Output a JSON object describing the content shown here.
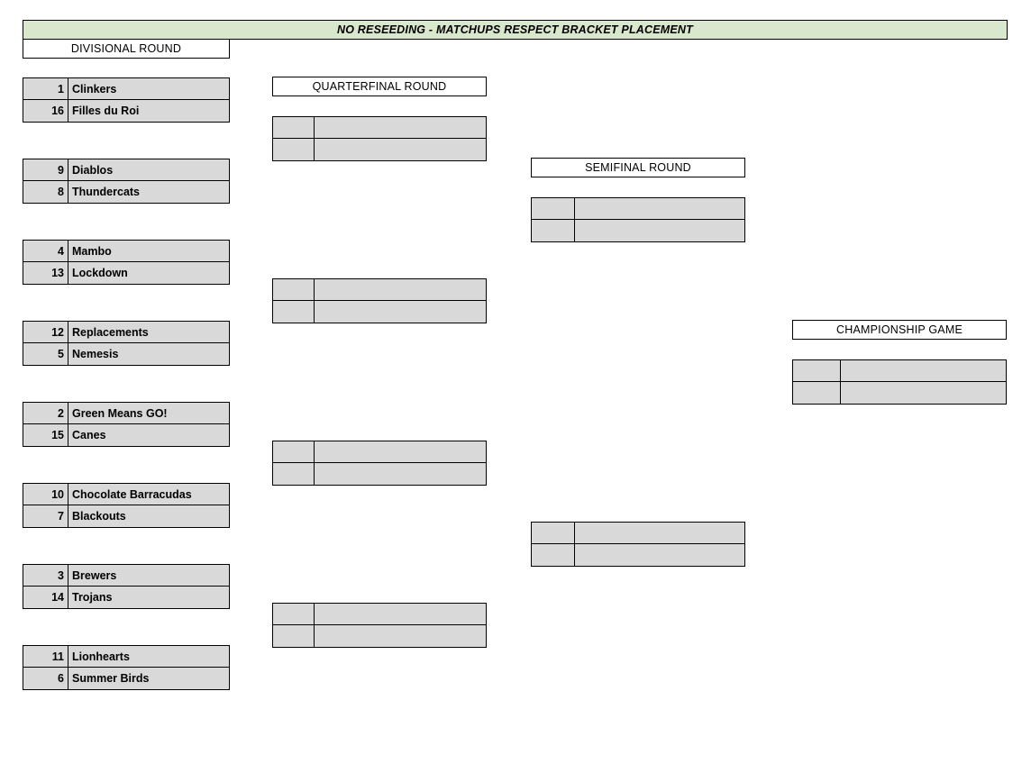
{
  "banner": {
    "text": "NO RESEEDING - MATCHUPS RESPECT BRACKET PLACEMENT",
    "bg_color": "#d9e8cc"
  },
  "colors": {
    "cell_fill": "#d9d9d9",
    "border": "#000000",
    "header_fill": "#ffffff",
    "banner_fill": "#d9e8cc"
  },
  "rounds": {
    "divisional": {
      "label": "DIVISIONAL ROUND"
    },
    "quarterfinal": {
      "label": "QUARTERFINAL ROUND"
    },
    "semifinal": {
      "label": "SEMIFINAL ROUND"
    },
    "championship": {
      "label": "CHAMPIONSHIP GAME"
    }
  },
  "divisional_matchups": [
    {
      "top": {
        "seed": "1",
        "team": "Clinkers"
      },
      "bottom": {
        "seed": "16",
        "team": "Filles du Roi"
      }
    },
    {
      "top": {
        "seed": "9",
        "team": "Diablos"
      },
      "bottom": {
        "seed": "8",
        "team": "Thundercats"
      }
    },
    {
      "top": {
        "seed": "4",
        "team": "Mambo"
      },
      "bottom": {
        "seed": "13",
        "team": "Lockdown"
      }
    },
    {
      "top": {
        "seed": "12",
        "team": "Replacements"
      },
      "bottom": {
        "seed": "5",
        "team": "Nemesis"
      }
    },
    {
      "top": {
        "seed": "2",
        "team": "Green Means GO!"
      },
      "bottom": {
        "seed": "15",
        "team": "Canes"
      }
    },
    {
      "top": {
        "seed": "10",
        "team": "Chocolate Barracudas"
      },
      "bottom": {
        "seed": "7",
        "team": "Blackouts"
      }
    },
    {
      "top": {
        "seed": "3",
        "team": "Brewers"
      },
      "bottom": {
        "seed": "14",
        "team": "Trojans"
      }
    },
    {
      "top": {
        "seed": "11",
        "team": "Lionhearts"
      },
      "bottom": {
        "seed": "6",
        "team": "Summer Birds"
      }
    }
  ],
  "quarterfinal_matchups": [
    {
      "top": {
        "seed": "",
        "team": ""
      },
      "bottom": {
        "seed": "",
        "team": ""
      }
    },
    {
      "top": {
        "seed": "",
        "team": ""
      },
      "bottom": {
        "seed": "",
        "team": ""
      }
    },
    {
      "top": {
        "seed": "",
        "team": ""
      },
      "bottom": {
        "seed": "",
        "team": ""
      }
    },
    {
      "top": {
        "seed": "",
        "team": ""
      },
      "bottom": {
        "seed": "",
        "team": ""
      }
    }
  ],
  "semifinal_matchups": [
    {
      "top": {
        "seed": "",
        "team": ""
      },
      "bottom": {
        "seed": "",
        "team": ""
      }
    },
    {
      "top": {
        "seed": "",
        "team": ""
      },
      "bottom": {
        "seed": "",
        "team": ""
      }
    }
  ],
  "championship_matchups": [
    {
      "top": {
        "seed": "",
        "team": ""
      },
      "bottom": {
        "seed": "",
        "team": ""
      }
    }
  ]
}
